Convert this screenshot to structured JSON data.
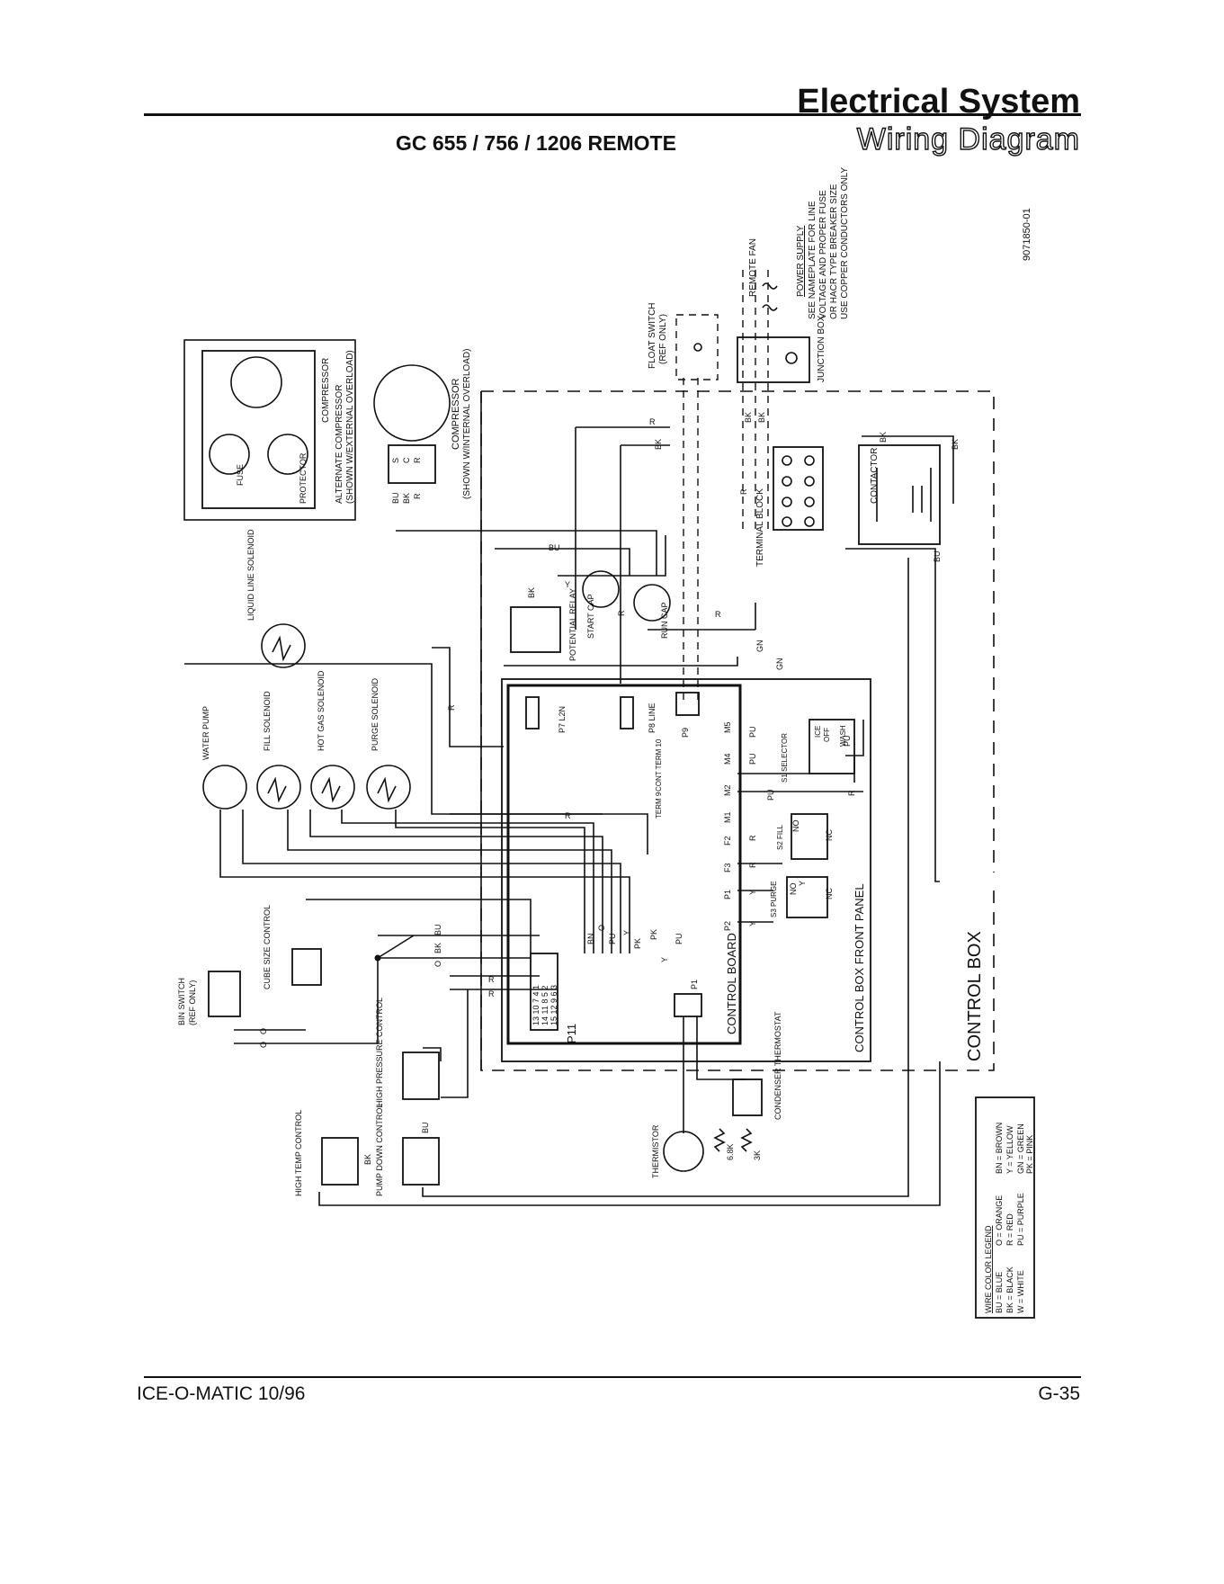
{
  "header": {
    "section_title": "Electrical System",
    "subtitle": "Wiring Diagram",
    "model_title": "GC 655 / 756 / 1206 REMOTE"
  },
  "footer": {
    "left_text": "ICE-O-MATIC 10/96",
    "page_number": "G-35"
  },
  "diagram": {
    "doc_number": "9071850-01",
    "boxes": {
      "control_box": "CONTROL BOX",
      "front_panel": "CONTROL BOX FRONT PANEL",
      "control_board": "CONTROL BOARD"
    },
    "power_supply": {
      "title": "POWER SUPPLY",
      "line1": "SEE NAMEPLATE FOR LINE",
      "line2": "VOLTAGE AND PROPER FUSE",
      "line3": "OR HACR TYPE BREAKER SIZE",
      "line4": "USE COPPER CONDUCTORS ONLY"
    },
    "components": {
      "remote_fan": "REMOTE FAN",
      "junction_box": "JUNCTION BOX",
      "float_switch": "FLOAT SWITCH",
      "float_switch_note": "(REF ONLY)",
      "terminal_block": "TERMINAL BLOCK",
      "contactor": "CONTACTOR",
      "compressor": "COMPRESSOR",
      "compressor_note": "(SHOWN W/INTERNAL OVERLOAD)",
      "alt_compressor": "ALTERNATE COMPRESSOR",
      "alt_compressor_note": "(SHOWN W/EXTERNAL OVERLOAD)",
      "alt_compressor_label": "COMPRESSOR",
      "protector": "PROTECTOR",
      "fuse": "FUSE",
      "start_cap": "START CAP",
      "run_cap": "RUN CAP",
      "potential_relay": "POTENTIAL RELAY",
      "liquid_line_solenoid": "LIQUID LINE SOLENOID",
      "water_pump": "WATER PUMP",
      "fill_solenoid": "FILL SOLENOID",
      "hot_gas_solenoid": "HOT GAS SOLENOID",
      "purge_solenoid": "PURGE SOLENOID",
      "bin_switch": "BIN SWITCH",
      "bin_switch_note": "(REF ONLY)",
      "cube_size_control": "CUBE SIZE CONTROL",
      "high_pressure_control": "HIGH PRESSURE CONTROL",
      "pump_down_control": "PUMP DOWN CONTROL",
      "high_temp_control": "HIGH TEMP CONTROL",
      "thermistor": "THERMISTOR",
      "condenser_thermostat": "CONDENSER THERMOSTAT",
      "s1_selector": "S1 SELECTOR",
      "s2_fill": "S2 FILL",
      "s3_purge": "S3 PURGE",
      "ice": "ICE",
      "off": "OFF",
      "wash": "WASH",
      "p7": "P7 L2N",
      "p8": "P8 LINE",
      "p9": "P9",
      "cont_term": "CONT TERM 10",
      "term9": "TERM 9",
      "p11": "P11",
      "p1": "P1",
      "r_6_8k": "6.8K",
      "r_3k": "3K"
    },
    "board_terminals": [
      "M5",
      "M4",
      "M2",
      "M1",
      "F2",
      "F3",
      "P1",
      "P2"
    ],
    "p11_pins": [
      "13 10 7 4 1",
      "14 11 8 5 2",
      "15 12 9 6 3"
    ],
    "wire_tags": {
      "BU": "BU",
      "BK": "BK",
      "R": "R",
      "Y": "Y",
      "PU": "PU",
      "PK": "PK",
      "BN": "BN",
      "O": "O",
      "GN": "GN",
      "S": "S",
      "C": "C",
      "NO": "NO",
      "NC": "NC"
    },
    "legend": {
      "title": "WIRE COLOR LEGEND",
      "rows": [
        [
          "BU = BLUE",
          "O = ORANGE",
          "BN = BROWN"
        ],
        [
          "BK = BLACK",
          "R = RED",
          "Y = YELLOW"
        ],
        [
          "W = WHITE",
          "PU = PURPLE",
          "GN = GREEN"
        ],
        [
          "",
          "",
          "PK = PINK"
        ]
      ]
    }
  }
}
